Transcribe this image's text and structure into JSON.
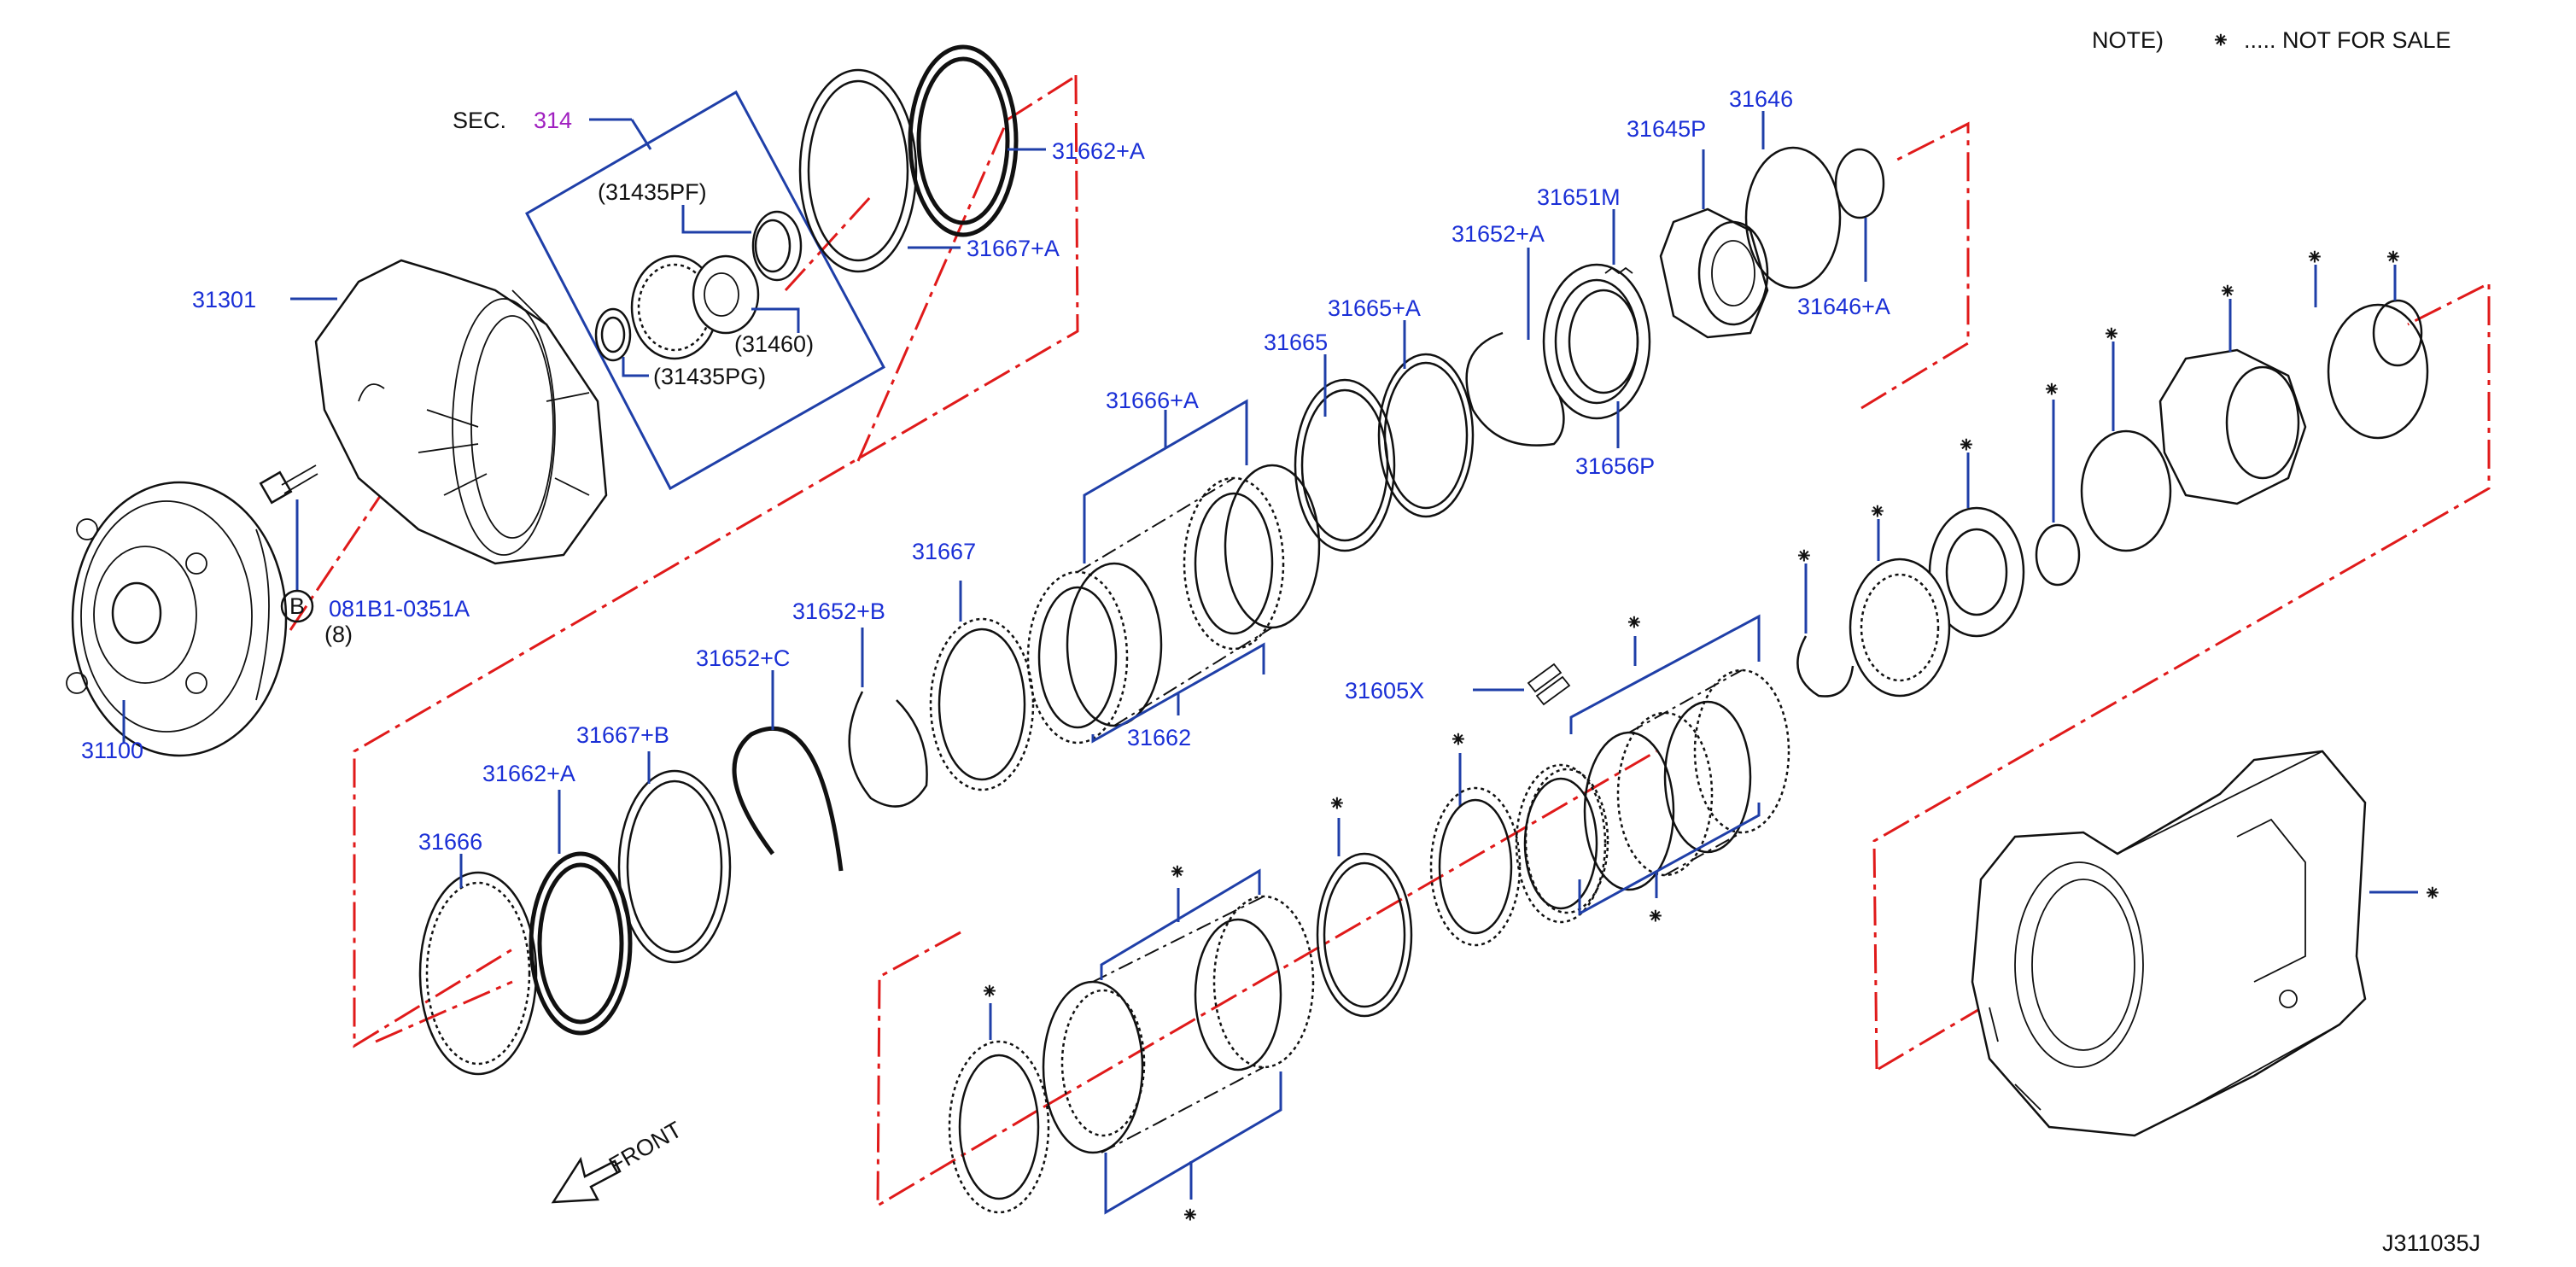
{
  "note": {
    "prefix": "NOTE)",
    "symbol": "⁕",
    "text": "..... NOT FOR SALE"
  },
  "diagram_id": "J311035J",
  "front_label": "FRONT",
  "section_ref": {
    "prefix": "SEC.",
    "number": "314"
  },
  "bolt_ref": {
    "circle_letter": "B",
    "part": "081B1-0351A",
    "qty": "(8)"
  },
  "labels": {
    "p31301": "31301",
    "p31100": "31100",
    "p31435PF": "(31435PF)",
    "p31460": "(31460)",
    "p31435PG": "(31435PG)",
    "p31662A_top": "31662+A",
    "p31667A": "31667+A",
    "p31646": "31646",
    "p31645P": "31645P",
    "p31651M": "31651M",
    "p31646A": "31646+A",
    "p31652A": "31652+A",
    "p31665A": "31665+A",
    "p31665": "31665",
    "p31656P": "31656P",
    "p31666A": "31666+A",
    "p31667": "31667",
    "p31652B": "31652+B",
    "p31652C": "31652+C",
    "p31667B": "31667+B",
    "p31662A_low": "31662+A",
    "p31666": "31666",
    "p31662": "31662",
    "p31605X": "31605X"
  },
  "colors": {
    "label_blue": "#1a2fd6",
    "leader_blue": "#1f3fa8",
    "axis_red": "#e01a1a",
    "section_purple": "#a020c0"
  }
}
